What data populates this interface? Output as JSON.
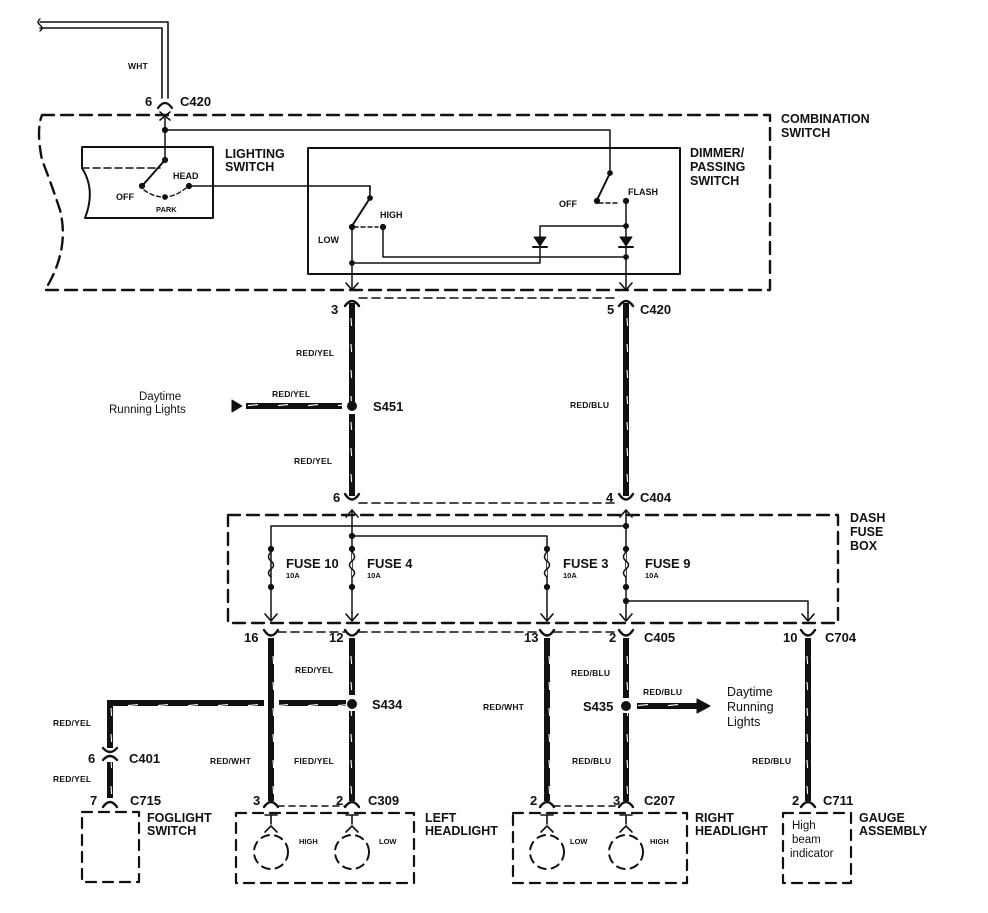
{
  "diagram": {
    "title": "Headlight / Combination Switch Wiring Diagram",
    "components": {
      "combination_switch": "COMBINATION SWITCH",
      "lighting_switch": "LIGHTING SWITCH",
      "dimmer_passing_switch": "DIMMER/ PASSING SWITCH",
      "dash_fuse_box": "DASH FUSE BOX",
      "foglight_switch": "FOGLIGHT SWITCH",
      "left_headlight": "LEFT HEADLIGHT",
      "right_headlight": "RIGHT HEADLIGHT",
      "gauge_assembly": "GAUGE ASSEMBLY",
      "high_beam_indicator": "High beam indicator"
    },
    "switch_positions": {
      "lighting": [
        "OFF",
        "PARK",
        "HEAD"
      ],
      "dimmer": [
        "LOW",
        "HIGH"
      ],
      "passing": [
        "OFF",
        "FLASH"
      ]
    },
    "bulbs": {
      "left": [
        "HIGH",
        "LOW"
      ],
      "right": [
        "LOW",
        "HIGH"
      ]
    },
    "fuses": [
      {
        "name": "FUSE 10",
        "rating": "10A"
      },
      {
        "name": "FUSE 4",
        "rating": "10A"
      },
      {
        "name": "FUSE 3",
        "rating": "10A"
      },
      {
        "name": "FUSE 9",
        "rating": "10A"
      }
    ],
    "connectors": [
      {
        "id": "C420",
        "pins": [
          "6",
          "3",
          "5"
        ]
      },
      {
        "id": "C404",
        "pins": [
          "6",
          "4"
        ]
      },
      {
        "id": "C405",
        "pins": [
          "16",
          "12",
          "13",
          "2"
        ]
      },
      {
        "id": "C704",
        "pins": [
          "10"
        ]
      },
      {
        "id": "C401",
        "pins": [
          "6"
        ]
      },
      {
        "id": "C715",
        "pins": [
          "7"
        ]
      },
      {
        "id": "C309",
        "pins": [
          "3",
          "2"
        ]
      },
      {
        "id": "C207",
        "pins": [
          "2",
          "3"
        ]
      },
      {
        "id": "C711",
        "pins": [
          "2"
        ]
      }
    ],
    "splices": [
      "S451",
      "S434",
      "S435"
    ],
    "wire_colors": {
      "wht": "WHT",
      "red_yel": "RED/YEL",
      "red_blu": "RED/BLU",
      "red_wht": "RED/WHT",
      "fied_yel": "FIED/YEL"
    },
    "external": {
      "drl_left": "Daytime Running Lights",
      "drl_right_l1": "Daytime",
      "drl_right_l2": "Running",
      "drl_right_l3": "Lights",
      "drl_left_l1": "Daytime",
      "drl_left_l2": "Running Lights"
    },
    "labels": {
      "c420": "C420",
      "c404": "C404",
      "c405": "C405",
      "c704": "C704",
      "c401": "C401",
      "c715": "C715",
      "c309": "C309",
      "c207": "C207",
      "c711": "C711",
      "pin_6": "6",
      "pin_3": "3",
      "pin_5": "5",
      "pin_4": "4",
      "pin_16": "16",
      "pin_12": "12",
      "pin_13": "13",
      "pin_2": "2",
      "pin_10": "10",
      "pin_7": "7",
      "s451": "S451",
      "s434": "S434",
      "s435": "S435",
      "lighting_l1": "LIGHTING",
      "lighting_l2": "SWITCH",
      "dimmer_l1": "DIMMER/",
      "dimmer_l2": "PASSING",
      "dimmer_l3": "SWITCH",
      "combo_l1": "COMBINATION",
      "combo_l2": "SWITCH",
      "dash_l1": "DASH",
      "dash_l2": "FUSE",
      "dash_l3": "BOX",
      "fog_l1": "FOGLIGHT",
      "fog_l2": "SWITCH",
      "lh_l1": "LEFT",
      "lh_l2": "HEADLIGHT",
      "rh_l1": "RIGHT",
      "rh_l2": "HEADLIGHT",
      "ga_l1": "GAUGE",
      "ga_l2": "ASSEMBLY",
      "hbi_l1": "High",
      "hbi_l2": "beam",
      "hbi_l3": "indicator",
      "off": "OFF",
      "park": "PARK",
      "head": "HEAD",
      "low": "LOW",
      "high": "HIGH",
      "flash": "FLASH"
    }
  }
}
